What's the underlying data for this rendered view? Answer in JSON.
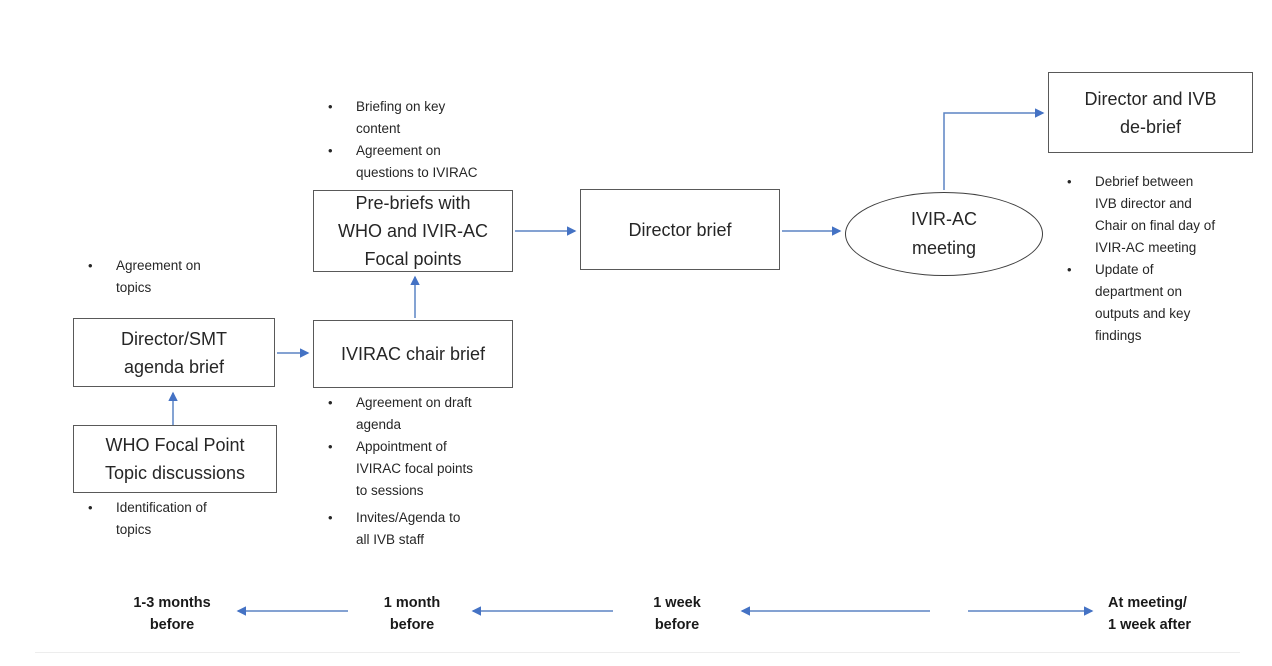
{
  "glyphs": {
    "bullet": "•"
  },
  "colors": {
    "arrow_head": "#4472c4",
    "arrow_line": "#5b84c4",
    "box_border": "#595959",
    "ellipse_border": "#3f3f3f",
    "text": "#262626"
  },
  "flow": {
    "boxes": {
      "who_focal": {
        "label": [
          "WHO Focal Point",
          "Topic discussions"
        ]
      },
      "director_smt": {
        "label": [
          "Director/SMT",
          "agenda brief"
        ]
      },
      "ivirac_chair": {
        "label": [
          "IVIRAC chair brief"
        ]
      },
      "prebriefs": {
        "label": [
          "Pre-briefs with",
          "WHO and IVIR-AC",
          "Focal points"
        ]
      },
      "director_brief": {
        "label": [
          "Director brief"
        ]
      },
      "ivirac_meeting": {
        "label": [
          "IVIR-AC",
          "meeting"
        ]
      },
      "debrief": {
        "label": [
          "Director and IVB",
          "de-brief"
        ]
      }
    },
    "notes": {
      "agreement_topics": {
        "items": [
          {
            "lines": [
              "Agreement on",
              "topics"
            ]
          }
        ]
      },
      "identified_topics": {
        "items": [
          {
            "lines": [
              "Identification of",
              "topics"
            ]
          }
        ]
      },
      "prebrief_points": {
        "items": [
          {
            "lines": [
              "Briefing on key",
              "content"
            ]
          },
          {
            "lines": [
              "Agreement on",
              "questions to IVIRAC"
            ]
          }
        ]
      },
      "chair_points": {
        "items": [
          {
            "lines": [
              "Agreement on draft",
              "agenda"
            ]
          },
          {
            "lines": [
              "Appointment of",
              "IVIRAC focal points",
              "to sessions"
            ]
          },
          {
            "lines": [
              "Invites/Agenda to",
              "all IVB staff"
            ]
          }
        ]
      },
      "debrief_points": {
        "items": [
          {
            "lines": [
              "Debrief between",
              "IVB director and",
              "Chair on final day of",
              "IVIR-AC meeting"
            ]
          },
          {
            "lines": [
              "Update of",
              "department on",
              "outputs and key",
              "findings"
            ]
          }
        ]
      }
    }
  },
  "timeline": {
    "labels": [
      {
        "lines": [
          "1-3 months",
          "before"
        ]
      },
      {
        "lines": [
          "1 month",
          "before"
        ]
      },
      {
        "lines": [
          "1 week",
          "before"
        ]
      },
      {
        "lines": [
          "At meeting/",
          "1 week after"
        ]
      }
    ]
  }
}
